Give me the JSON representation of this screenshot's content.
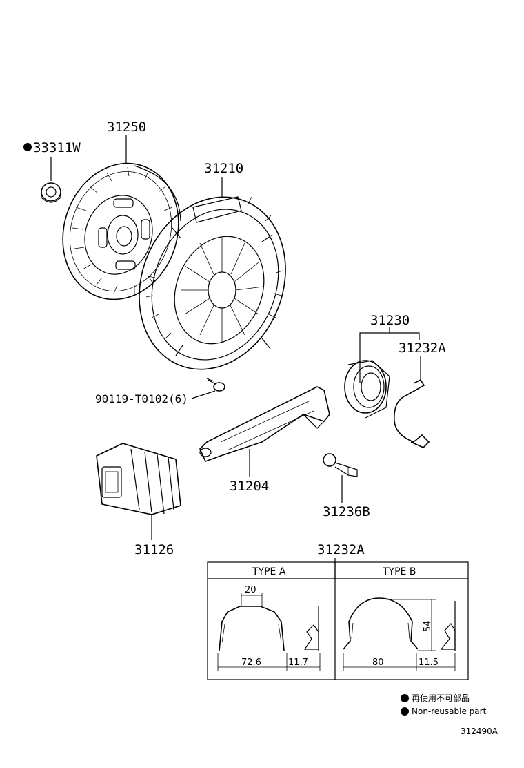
{
  "parts": {
    "clutch_disc": "31250",
    "pilot_bearing": "33311W",
    "clutch_cover": "31210",
    "release_bearing_assy": "31230",
    "release_bearing_clip": "31232A",
    "bolt": "90119-T0102(6)",
    "release_fork": "31204",
    "fork_pivot": "31236B",
    "fork_boot": "31126"
  },
  "detail": {
    "title": "31232A",
    "type_a": {
      "label": "TYPE A",
      "top_width": "20",
      "width": "72.6",
      "depth": "11.7"
    },
    "type_b": {
      "label": "TYPE B",
      "height": "54",
      "width": "80",
      "depth": "11.5"
    }
  },
  "legend": {
    "japanese": "再使用不可部品",
    "english": "Non-reusable part",
    "marker_color": "#000000"
  },
  "illustration_id": "312490A",
  "icons": {
    "non_reusable": "filled-circle-icon"
  }
}
